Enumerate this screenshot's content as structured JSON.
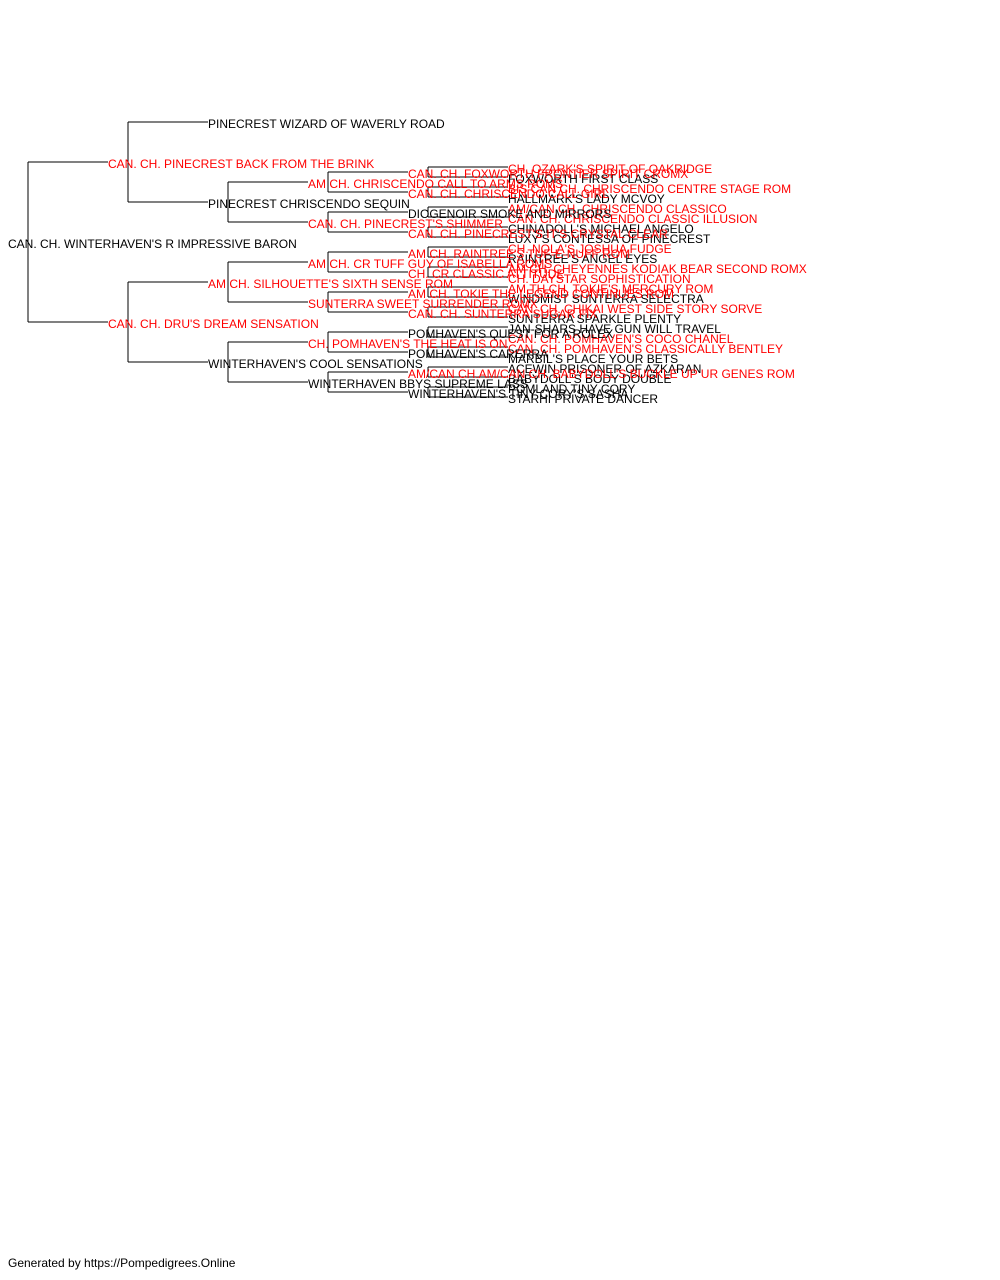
{
  "colors": {
    "champion": "#ff0000",
    "regular": "#000000",
    "line": "#000000"
  },
  "footer": "Generated by https://Pompedigrees.Online",
  "pedigree": {
    "name": "CAN. CH. WINTERHAVEN'S R IMPRESSIVE BARON",
    "champion": false,
    "sire": {
      "name": "CAN. CH. PINECREST BACK FROM THE BRINK",
      "champion": true,
      "sire": {
        "name": "PINECREST WIZARD OF WAVERLY ROAD",
        "champion": false
      },
      "dam": {
        "name": "PINECREST CHRISCENDO SEQUIN",
        "champion": false,
        "sire": {
          "name": "AM CH. CHRISCENDO CALL TO ARMS ROMS",
          "champion": true,
          "sire": {
            "name": "CAN. CH. FOXWORTH FRONTIER SPIRIT CROMX",
            "champion": true,
            "sire": {
              "name": "CH. OZARK'S SPIRIT OF OAKRIDGE",
              "champion": true
            },
            "dam": {
              "name": "FOXWORTH FIRST CLASS",
              "champion": false
            }
          },
          "dam": {
            "name": "CAN. CH. CHRISCENDO CALL GIRL",
            "champion": true,
            "sire": {
              "name": "BIS CAN CH. CHRISCENDO CENTRE STAGE ROM",
              "champion": true
            },
            "dam": {
              "name": "HALLMARK'S LADY MCVOY",
              "champion": false
            }
          }
        },
        "dam": {
          "name": "CAN. CH. PINECREST'S SHIMMER",
          "champion": true,
          "sire": {
            "name": "DIOGENOIR SMOKE AND MIRRORS",
            "champion": false,
            "sire": {
              "name": "AM/CAN CH. CHRISCENDO CLASSICO",
              "champion": true
            },
            "dam": {
              "name": "CAN. CH. CHRISCENDO CLASSIC ILLUSION",
              "champion": true
            }
          },
          "dam": {
            "name": "CAN. CH. PINECREST'S IT'S CRYSTAL CLEAR",
            "champion": true,
            "sire": {
              "name": "CHINADOLL'S MICHAELANGELO",
              "champion": false
            },
            "dam": {
              "name": "LUXY'S CONTESSA OF PINECREST",
              "champion": false
            }
          }
        }
      }
    },
    "dam": {
      "name": "CAN. CH. DRU'S DREAM SENSATION",
      "champion": true,
      "sire": {
        "name": "AM CH. SILHOUETTE'S SIXTH SENSE ROM",
        "champion": true,
        "sire": {
          "name": "AM CH. CR TUFF GUY OF ISABELLA ROMS",
          "champion": true,
          "sire": {
            "name": "AM CH. RAINTREE'S TUF-E-NUFF ROM",
            "champion": true,
            "sire": {
              "name": "CH. NOLA'S JOSHUA FUDGE",
              "champion": true
            },
            "dam": {
              "name": "RAINTREE'S ANGEL EYES",
              "champion": false
            }
          },
          "dam": {
            "name": "CH. CR CLASSIC ATTITUDE",
            "champion": true,
            "sire": {
              "name": "AM CH. CHEYENNES KODIAK BEAR SECOND ROMX",
              "champion": true
            },
            "dam": {
              "name": "CH. DAYSTAR SOPHISTICATION",
              "champion": true
            }
          }
        },
        "dam": {
          "name": "SUNTERRA SWEET SURRENDER ROMX",
          "champion": true,
          "sire": {
            "name": "AM CH. TOKIE THE LEGEND CONTINUES ROM",
            "champion": true,
            "sire": {
              "name": "AM.TH.CH. TOKIE'S MERCURY ROM",
              "champion": true
            },
            "dam": {
              "name": "WINDMIST SUNTERRA SELECTRA",
              "champion": false
            }
          },
          "dam": {
            "name": "CAN. CH. SUNTERRA SUGAR FIX",
            "champion": true,
            "sire": {
              "name": "CAN. CH. CHIKAI WEST SIDE STORY SORVE",
              "champion": true
            },
            "dam": {
              "name": "SUNTERRA SPARKLE PLENTY",
              "champion": false
            }
          }
        }
      },
      "dam": {
        "name": "WINTERHAVEN'S COOL SENSATIONS",
        "champion": false,
        "sire": {
          "name": "CH. POMHAVEN'S THE HEAT IS ON",
          "champion": true,
          "sire": {
            "name": "POMHAVEN'S QUEST FOR A ROLEX",
            "champion": false,
            "sire": {
              "name": "JAN-SHARS HAVE GUN WILL TRAVEL",
              "champion": false
            },
            "dam": {
              "name": "CAN. CH. POMHAVEN'S COCO CHANEL",
              "champion": true
            }
          },
          "dam": {
            "name": "POMHAVEN'S CARERRA",
            "champion": false,
            "sire": {
              "name": "CAN. CH. POMHAVEN'S CLASSICALLY BENTLEY",
              "champion": true
            },
            "dam": {
              "name": "MARBIL'S PLACE YOUR BETS",
              "champion": false
            }
          }
        },
        "dam": {
          "name": "WINTERHAVEN BBYS SUPREME LASS",
          "champion": false,
          "sire": {
            "name": "AM/CAN CH.AM/CAN CH. BABYDOLL'S BUCKLE UP UR GENES ROM",
            "champion": true,
            "sire": {
              "name": "ACEWIN PRISONER OF AZKARAN",
              "champion": false
            },
            "dam": {
              "name": "BABYDOLL'S BODY DOUBLE",
              "champion": false
            }
          },
          "dam": {
            "name": "WINTERHAVEN'S TINY CORY'S SASHA",
            "champion": false,
            "sire": {
              "name": "POMLAND TINY CORY",
              "champion": false
            },
            "dam": {
              "name": "STARHI PRIVATE DANCER",
              "champion": false
            }
          }
        }
      }
    }
  }
}
